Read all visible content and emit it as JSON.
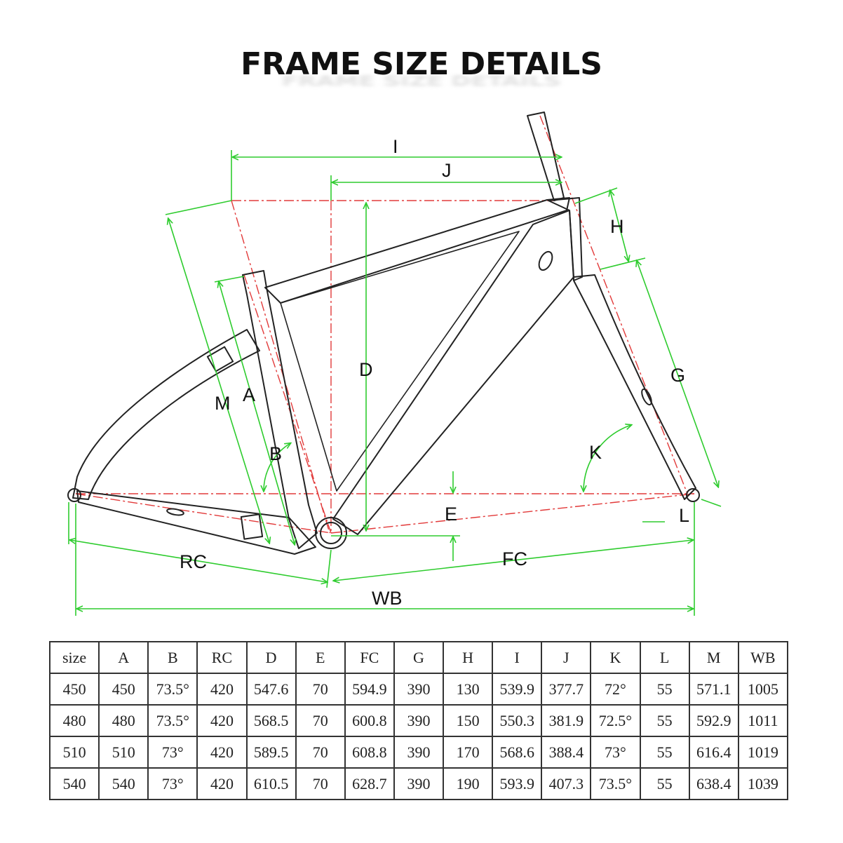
{
  "title": "FRAME SIZE DETAILS",
  "diagram_labels": {
    "I": "I",
    "J": "J",
    "H": "H",
    "D": "D",
    "G": "G",
    "M": "M",
    "A": "A",
    "B": "B",
    "K": "K",
    "E": "E",
    "L": "L",
    "RC": "RC",
    "FC": "FC",
    "WB": "WB"
  },
  "colors": {
    "dimension_line": "#2ecc2e",
    "reference_line": "#e23a3a",
    "frame_line": "#222222"
  },
  "table": {
    "headers": [
      "size",
      "A",
      "B",
      "RC",
      "D",
      "E",
      "FC",
      "G",
      "H",
      "I",
      "J",
      "K",
      "L",
      "M",
      "WB"
    ],
    "rows": [
      [
        "450",
        "450",
        "73.5°",
        "420",
        "547.6",
        "70",
        "594.9",
        "390",
        "130",
        "539.9",
        "377.7",
        "72°",
        "55",
        "571.1",
        "1005"
      ],
      [
        "480",
        "480",
        "73.5°",
        "420",
        "568.5",
        "70",
        "600.8",
        "390",
        "150",
        "550.3",
        "381.9",
        "72.5°",
        "55",
        "592.9",
        "1011"
      ],
      [
        "510",
        "510",
        "73°",
        "420",
        "589.5",
        "70",
        "608.8",
        "390",
        "170",
        "568.6",
        "388.4",
        "73°",
        "55",
        "616.4",
        "1019"
      ],
      [
        "540",
        "540",
        "73°",
        "420",
        "610.5",
        "70",
        "628.7",
        "390",
        "190",
        "593.9",
        "407.3",
        "73.5°",
        "55",
        "638.4",
        "1039"
      ]
    ]
  }
}
